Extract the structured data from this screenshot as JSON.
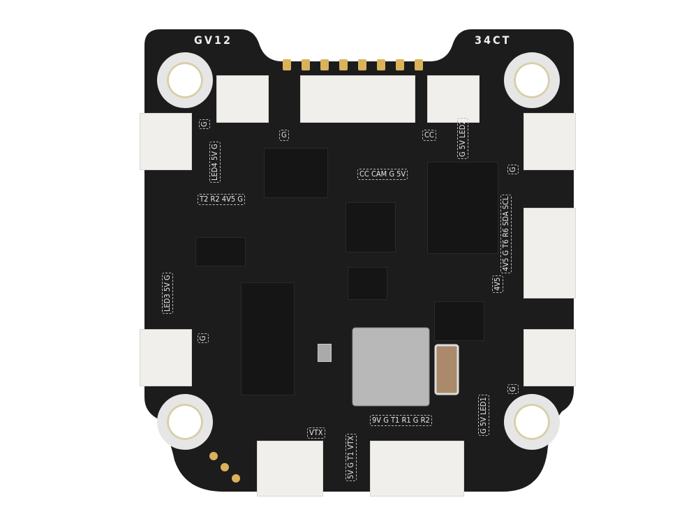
{
  "board": {
    "colors": {
      "pcb": "#1c1c1c",
      "silkscreen": "#e8e8e8",
      "gold_pad": "#d9b25a",
      "connector": "#f1efec",
      "shield": "#b8b8b8"
    },
    "corner_labels": {
      "top_left": "GV12",
      "top_right": "34CT"
    },
    "labels": {
      "led4": "LED4 5V G",
      "t2r2": "T2 R2 4V5 G",
      "g_top": "G",
      "g_left_top": "G",
      "cc": "CC",
      "led2": "G 5V LED2",
      "cam": "CC CAM G 5V",
      "g_right_top": "G",
      "i2c": "4V5 G T6 R6 SDA SCL",
      "right_4v5": "4V5",
      "led3": "LED3 5V G",
      "g_left_bottom": "G",
      "vtx": "VTX",
      "vtx_pins": "5V G T1 VTX",
      "uart": "9V G T1 R1 G R2",
      "led1": "G 5V LED1",
      "g_right_bottom": "G"
    }
  }
}
